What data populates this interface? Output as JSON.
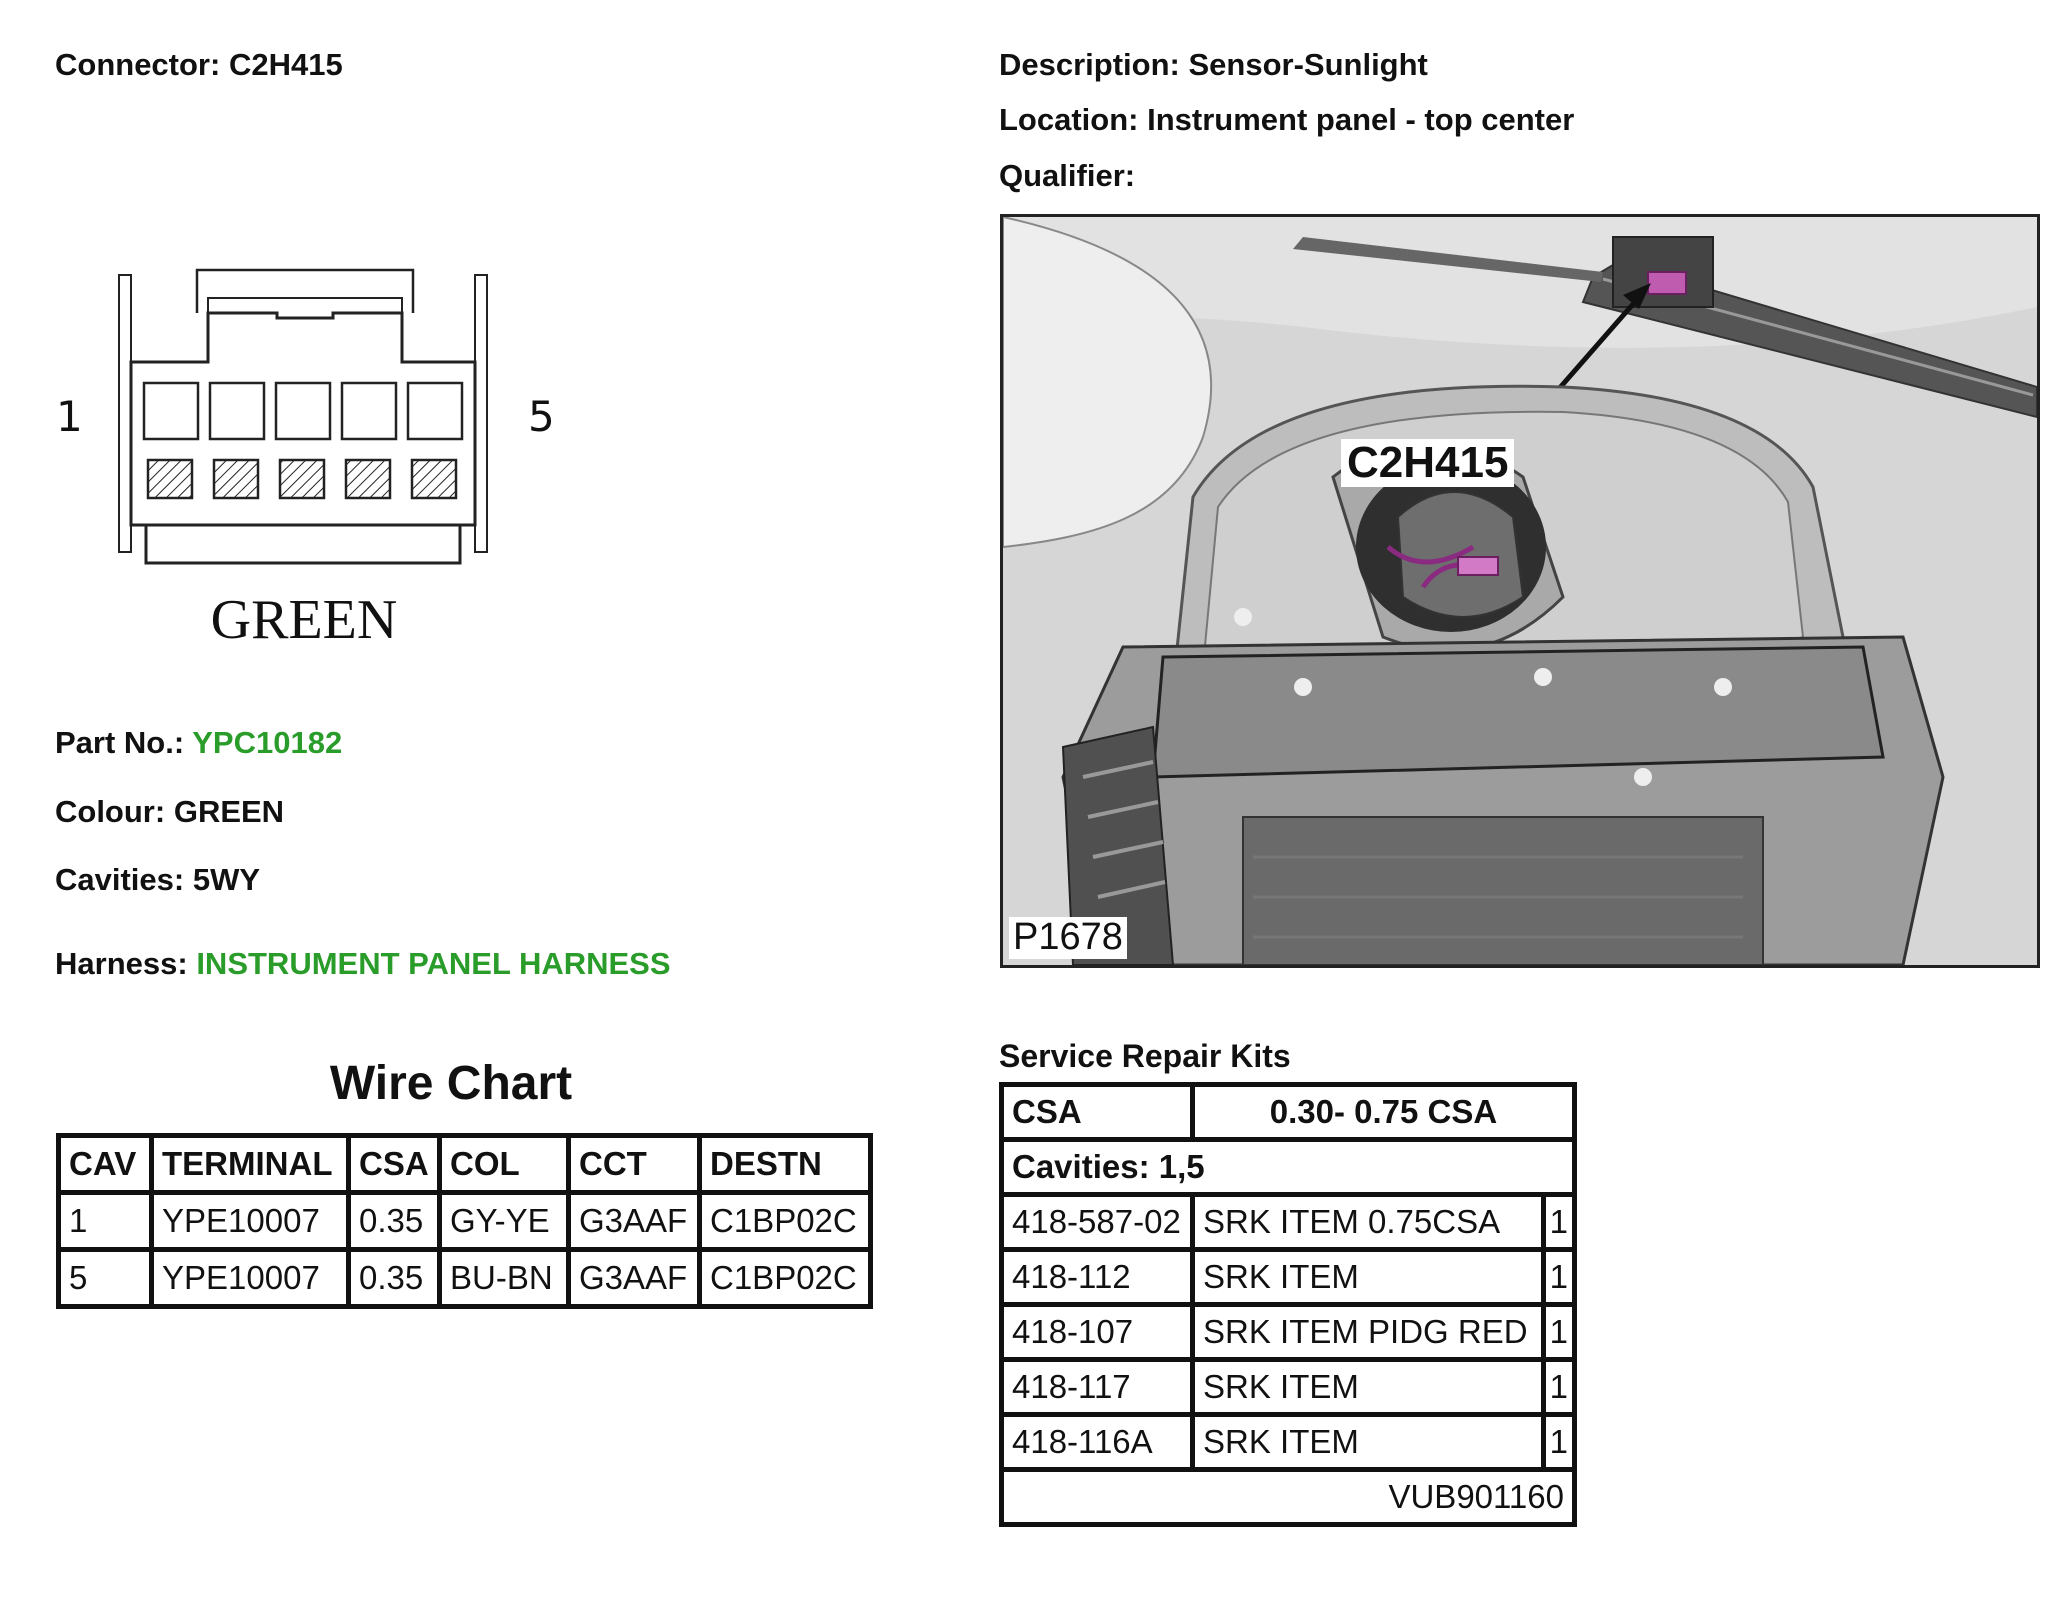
{
  "header": {
    "connector_label": "Connector:",
    "connector_value": "C2H415",
    "description_label": "Description:",
    "description_value": "Sensor-Sunlight",
    "location_label": "Location:",
    "location_value": "Instrument panel - top center",
    "qualifier_label": "Qualifier:"
  },
  "connector_diagram": {
    "pin_left": "1",
    "pin_right": "5",
    "color_text": "GREEN",
    "cavity_count": 5,
    "housing_color": "#ffffff"
  },
  "details": {
    "part_no_label": "Part No.:",
    "part_no_value": "YPC10182",
    "colour_label": "Colour:",
    "colour_value": "GREEN",
    "cavities_label": "Cavities:",
    "cavities_value": "5WY",
    "harness_label": "Harness:",
    "harness_value": "INSTRUMENT PANEL HARNESS",
    "accent_color": "#2a9c2a"
  },
  "photo": {
    "callout": "C2H415",
    "image_id": "P1678",
    "highlight_color": "#b0309a"
  },
  "wire_chart": {
    "title": "Wire Chart",
    "headers": [
      "CAV",
      "TERMINAL",
      "CSA",
      "COL",
      "CCT",
      "DESTN"
    ],
    "rows": [
      [
        "1",
        "YPE10007",
        "0.35",
        "GY-YE",
        "G3AAF",
        "C1BP02C"
      ],
      [
        "5",
        "YPE10007",
        "0.35",
        "BU-BN",
        "G3AAF",
        "C1BP02C"
      ]
    ]
  },
  "service_repair_kits": {
    "heading": "Service Repair Kits",
    "csa_label": "CSA",
    "csa_value": "0.30- 0.75 CSA",
    "cavities": "Cavities: 1,5",
    "items": [
      [
        "418-587-02",
        "SRK ITEM 0.75CSA",
        "1"
      ],
      [
        "418-112",
        "SRK ITEM",
        "1"
      ],
      [
        "418-107",
        "SRK ITEM PIDG RED",
        "1"
      ],
      [
        "418-117",
        "SRK ITEM",
        "1"
      ],
      [
        "418-116A",
        "SRK ITEM",
        "1"
      ]
    ],
    "footer": "VUB901160"
  }
}
